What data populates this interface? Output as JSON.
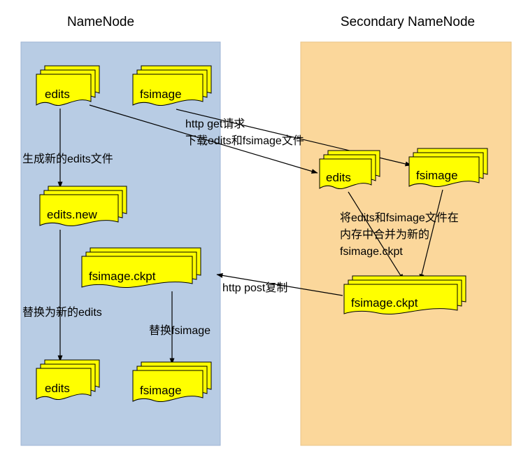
{
  "titles": {
    "left": "NameNode",
    "right": "Secondary NameNode"
  },
  "nodes": {
    "edits_top": "edits",
    "fsimage_top": "fsimage",
    "edits_new": "edits.new",
    "fsimage_ckpt_left": "fsimage.ckpt",
    "edits_bottom": "edits",
    "fsimage_bottom": "fsimage",
    "edits_right": "edits",
    "fsimage_right": "fsimage",
    "fsimage_ckpt_right": "fsimage.ckpt"
  },
  "annotations": {
    "generate_new_edits": "生成新的edits文件",
    "http_get_line1": "http get请求",
    "http_get_line2": "下载edits和fsimage文件",
    "merge_line1": "将edits和fsimage文件在",
    "merge_line2": "内存中合并为新的",
    "merge_line3": "fsimage.ckpt",
    "http_post": "http post复制",
    "replace_edits": "替换为新的edits",
    "replace_fsimage": "替换fsimage"
  },
  "colors": {
    "namenode_panel": "#b8cce4",
    "secondary_panel": "#fbd79b",
    "document_fill": "#ffff00",
    "document_stroke": "#000000",
    "arrow": "#000000"
  }
}
